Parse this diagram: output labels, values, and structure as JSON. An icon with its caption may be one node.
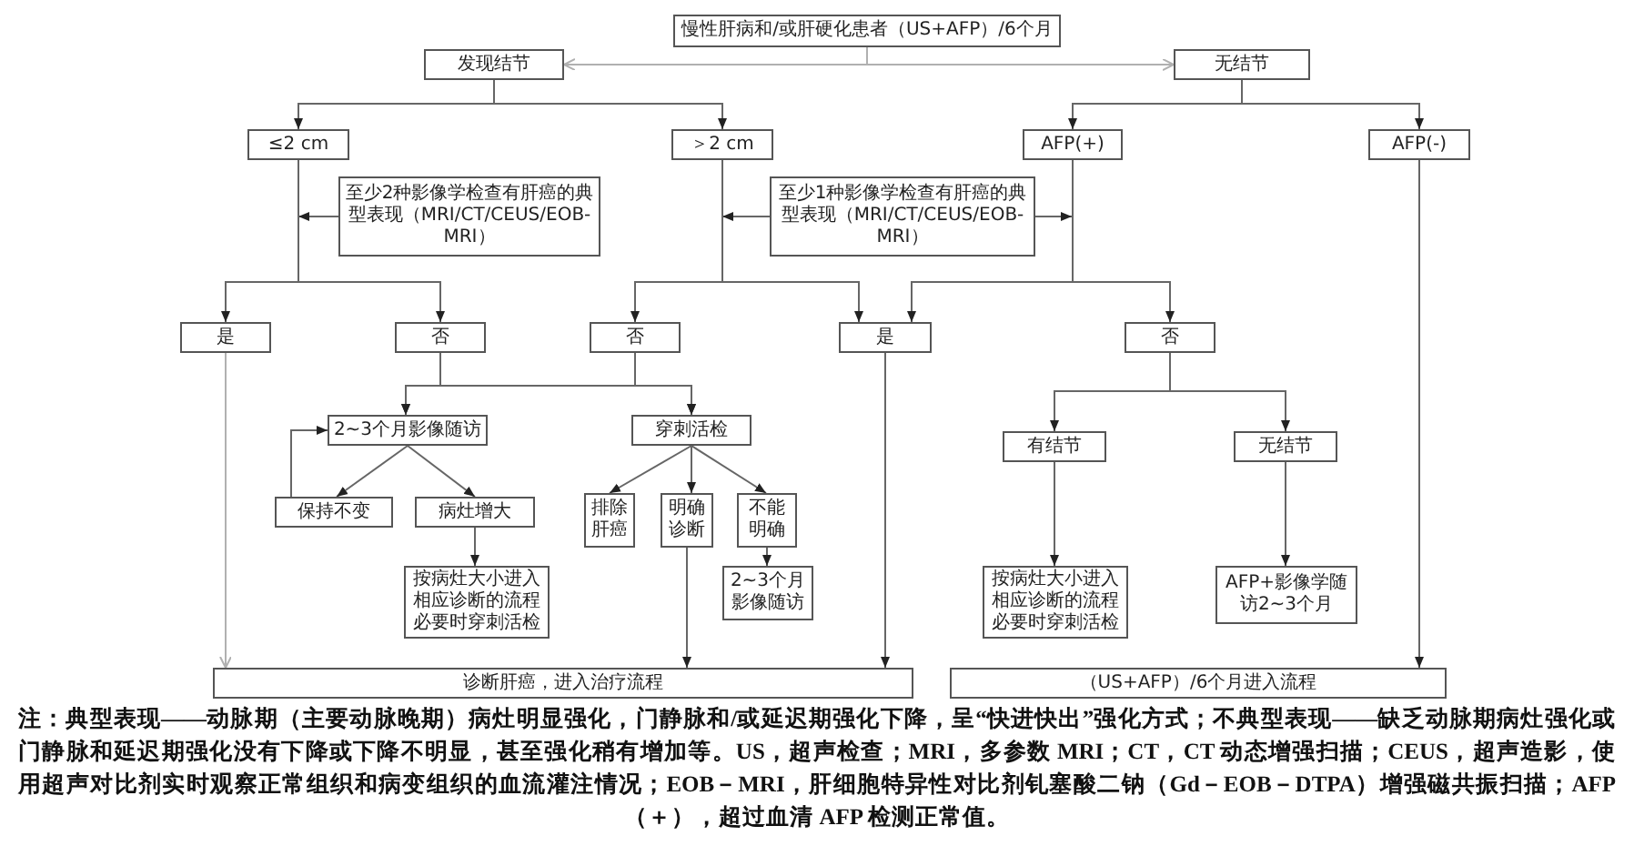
{
  "diagram": {
    "nodes": [
      {
        "text": [
          "慢性肝病和/或肝硬化患者（US+AFP）/6个月"
        ]
      },
      {
        "text": [
          "发现结节"
        ]
      },
      {
        "text": [
          "无结节"
        ]
      },
      {
        "text": [
          "≤2 cm"
        ]
      },
      {
        "text": [
          "＞2 cm"
        ]
      },
      {
        "text": [
          "AFP(+)"
        ]
      },
      {
        "text": [
          "AFP(-)"
        ]
      },
      {
        "text": [
          "至少2种影像学检查有肝癌的典型表现（MRI/CT/CEUS/EOB-MRI）"
        ]
      },
      {
        "text": [
          "至少1种影像学检查有肝癌的典型表现（MRI/CT/CEUS/EOB-MRI）"
        ]
      },
      {
        "text": [
          "是"
        ]
      },
      {
        "text": [
          "否"
        ]
      },
      {
        "text": [
          "否"
        ]
      },
      {
        "text": [
          "是"
        ]
      },
      {
        "text": [
          "否"
        ]
      },
      {
        "text": [
          "2~3个月影像随访"
        ]
      },
      {
        "text": [
          "穿刺活检"
        ]
      },
      {
        "text": [
          "保持不变"
        ]
      },
      {
        "text": [
          "病灶增大"
        ]
      },
      {
        "text": [
          "排除肝癌"
        ]
      },
      {
        "text": [
          "明确诊断"
        ]
      },
      {
        "text": [
          "不能明确"
        ]
      },
      {
        "text": [
          "按病灶大小进入相应诊断的流程必要时穿刺活检"
        ]
      },
      {
        "text": [
          "2~3个月影像随访"
        ]
      },
      {
        "text": [
          "有结节"
        ]
      },
      {
        "text": [
          "无结节"
        ]
      },
      {
        "text": [
          "按病灶大小进入相应诊断的流程必要时穿刺活检"
        ]
      },
      {
        "text": [
          "AFP+影像学随访2~3个月"
        ]
      },
      {
        "text": [
          "诊断肝癌，进入治疗流程"
        ]
      },
      {
        "text": [
          "（US+AFP）/6个月进入流程"
        ]
      }
    ],
    "edges": [
      {
        "from": 0,
        "to": 1,
        "arrow": "to",
        "color": "#b0b0b0"
      },
      {
        "from": 0,
        "to": 2,
        "arrow": "to",
        "color": "#b0b0b0"
      },
      {
        "from": 1,
        "to": 3,
        "arrow": "to"
      },
      {
        "from": 1,
        "to": 4,
        "arrow": "to"
      },
      {
        "from": 2,
        "to": 5,
        "arrow": "to"
      },
      {
        "from": 2,
        "to": 6,
        "arrow": "to"
      },
      {
        "from": 7,
        "to": null,
        "arrow": "to"
      },
      {
        "from": 8,
        "to": null,
        "arrow": "to"
      },
      {
        "from": 8,
        "to": null,
        "arrow": "to"
      },
      {
        "from": 3,
        "to": 9,
        "arrow": "to"
      },
      {
        "from": 3,
        "to": 10,
        "arrow": "to"
      },
      {
        "from": 4,
        "to": 11,
        "arrow": "to"
      },
      {
        "from": 4,
        "to": 12,
        "arrow": "to"
      },
      {
        "from": 5,
        "to": 12,
        "arrow": "to"
      },
      {
        "from": 5,
        "to": 13,
        "arrow": "to"
      },
      {
        "from": 9,
        "to": 27,
        "arrow": "to",
        "color": "#b0b0b0"
      },
      {
        "from": 10,
        "to": 14,
        "arrow": "to"
      },
      {
        "from": 10,
        "to": 15,
        "arrow": "to"
      },
      {
        "from": 11,
        "to": 14,
        "arrow": "to"
      },
      {
        "from": 11,
        "to": 15,
        "arrow": "to"
      },
      {
        "from": 14,
        "to": 16,
        "arrow": "to"
      },
      {
        "from": 14,
        "to": 17,
        "arrow": "to"
      },
      {
        "from": 16,
        "to": 14,
        "arrow": "to"
      },
      {
        "from": 15,
        "to": 18,
        "arrow": "to"
      },
      {
        "from": 15,
        "to": 19,
        "arrow": "to"
      },
      {
        "from": 15,
        "to": 20,
        "arrow": "to"
      },
      {
        "from": 17,
        "to": 21,
        "arrow": "to"
      },
      {
        "from": 20,
        "to": 22,
        "arrow": "to"
      },
      {
        "from": 19,
        "to": 27,
        "arrow": "to"
      },
      {
        "from": 12,
        "to": 27,
        "arrow": "to"
      },
      {
        "from": 13,
        "to": 23,
        "arrow": "to"
      },
      {
        "from": 13,
        "to": 24,
        "arrow": "to"
      },
      {
        "from": 23,
        "to": 25,
        "arrow": "to"
      },
      {
        "from": 24,
        "to": 26,
        "arrow": "to"
      },
      {
        "from": 6,
        "to": 28,
        "arrow": "to"
      }
    ],
    "labels": [
      "注：典型表现——动脉期（主要动脉晚期）病灶明显强化，门静脉和/或延迟期强化下降，呈“快进快出”强化方式；不典型表现——缺乏动脉期病灶强化或门静脉和延迟期强化没有下降或下降不明显，甚至强化稍有增加等。US，超声检查；MRI，多参数 MRI；CT，CT 动态增强扫描；CEUS，超声造影，使用超声对比剂实时观察正常组织和病变组织的血流灌注情况；EOB－MRI，肝细胞特异性对比剂钆塞酸二钠（Gd－EOB－DTPA）增强磁共振扫描；AFP（＋），超过血清 AFP 检测正常值。"
    ]
  }
}
